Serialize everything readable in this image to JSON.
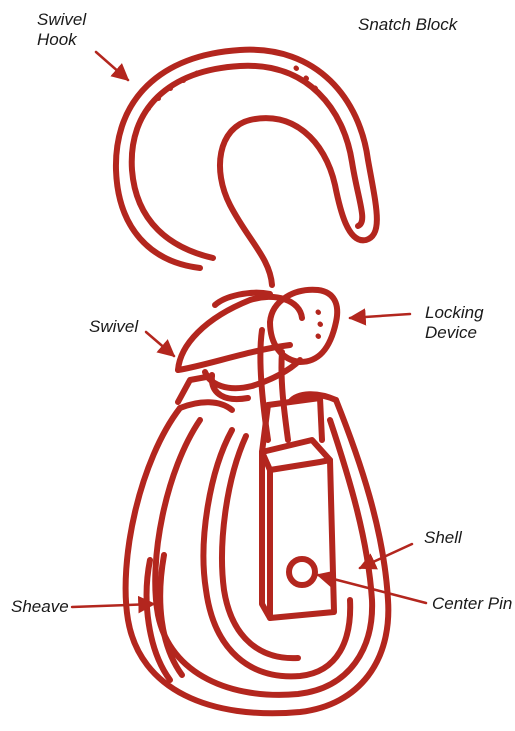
{
  "title": "Snatch Block",
  "labels": {
    "swivel_hook_line1": "Swivel",
    "swivel_hook_line2": "Hook",
    "swivel": "Swivel",
    "locking_line1": "Locking",
    "locking_line2": "Device",
    "shell": "Shell",
    "center_pin": "Center Pin",
    "sheave": "Sheave"
  },
  "colors": {
    "drawing": "#b3261e",
    "arrow": "#b3261e",
    "text": "#1a1a1a",
    "background": "#ffffff"
  }
}
